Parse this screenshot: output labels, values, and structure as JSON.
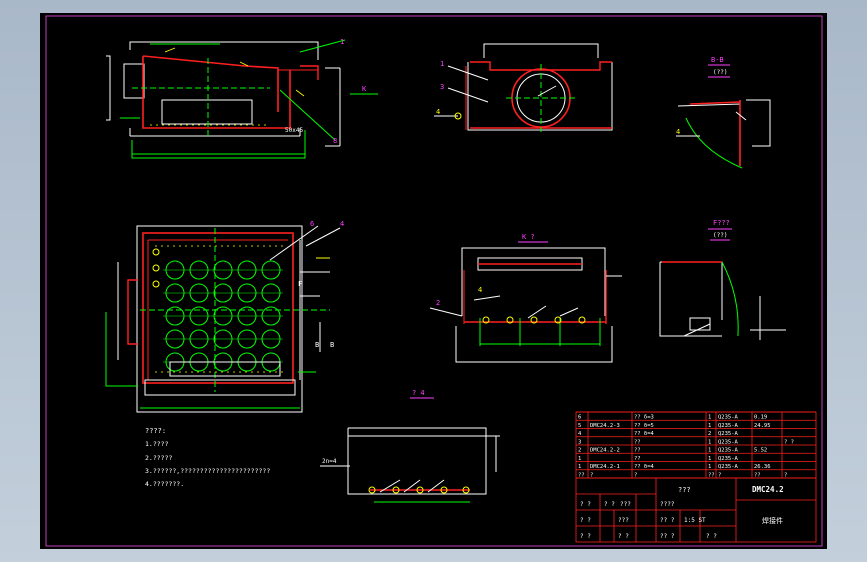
{
  "colors": {
    "background": "#000000",
    "frame": "#c040c0",
    "outline": "#ffffff",
    "weld": "#ff2020",
    "dimension": "#00ff00",
    "label": "#ff40ff",
    "annotation": "#ffff00",
    "window": "#b0bfcf"
  },
  "views": {
    "front": {
      "callouts": [
        "1",
        "8"
      ],
      "dimension_text": "50x45"
    },
    "side": {
      "callouts": [
        "1",
        "3",
        "4"
      ]
    },
    "section_bb": {
      "title": "B-B",
      "scale": "(??)",
      "callout": "4"
    },
    "top": {
      "callouts": [
        "6",
        "4"
      ],
      "section_letter": "B",
      "view_letter": "F"
    },
    "k_view": {
      "title": "K ?",
      "callout": "2",
      "weld_callout": "4"
    },
    "f_view": {
      "title": "F???",
      "scale": "(??)"
    },
    "detail4": {
      "title": "? 4",
      "note": "2n=4"
    }
  },
  "view_marker_k": "K",
  "notes": {
    "heading": "????:",
    "lines": [
      "1.????",
      "2.?????",
      "3.??????,???????????????????????",
      "4.???????."
    ]
  },
  "bom": [
    {
      "no": "6",
      "code": "",
      "name": "??  δ=3",
      "qty": "1",
      "material": "Q235-A",
      "weight": "0.19",
      "remark": ""
    },
    {
      "no": "5",
      "code": "DMC24.2-3",
      "name": "??  δ=5",
      "qty": "1",
      "material": "Q235-A",
      "weight": "24.95",
      "remark": ""
    },
    {
      "no": "4",
      "code": "",
      "name": "??  δ=4",
      "qty": "2",
      "material": "Q235-A",
      "weight": "",
      "remark": ""
    },
    {
      "no": "3",
      "code": "",
      "name": "??",
      "qty": "1",
      "material": "Q235-A",
      "weight": "",
      "remark": "? ?"
    },
    {
      "no": "2",
      "code": "DMC24.2-2",
      "name": "??",
      "qty": "1",
      "material": "Q235-A",
      "weight": "5.52",
      "remark": ""
    },
    {
      "no": "1",
      "code": "",
      "name": "??",
      "qty": "1",
      "material": "Q235-A",
      "weight": "",
      "remark": ""
    },
    {
      "no": "1",
      "code": "DMC24.2-1",
      "name": "??  δ=4",
      "qty": "1",
      "material": "Q235-A",
      "weight": "26.36",
      "remark": ""
    }
  ],
  "bom_header": {
    "no": "??",
    "code": "?",
    "name": "?",
    "qty": "??",
    "material": "?",
    "weight": "??",
    "remark": "?"
  },
  "title_block": {
    "title_cell": "???",
    "drawing_no": "DMC24.2",
    "part_name": "焊接件",
    "rows": [
      [
        "? ?",
        "? ?",
        "???"
      ],
      [
        "? ?",
        "???",
        "?? ?"
      ],
      [
        "? ?",
        "? ?",
        "?? ?"
      ]
    ],
    "scale_label": "????",
    "scale_value": "1:5",
    "sheet": "1:5 ST",
    "sheet_total": "? ?"
  }
}
